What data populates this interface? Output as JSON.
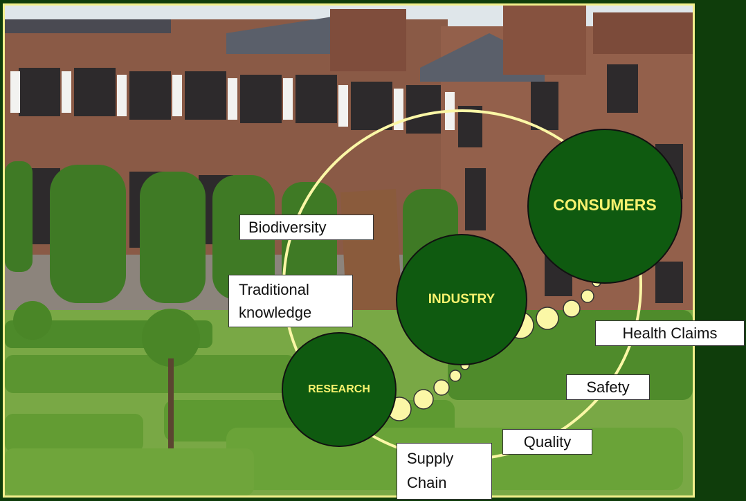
{
  "colors": {
    "background": "#0f3d0b",
    "frame": "#f3f08c",
    "node_fill": "#0f5a10",
    "node_text": "#f7f26e",
    "connector_bubble": "#fbf7a6"
  },
  "nodes": {
    "research": "RESEARCH",
    "industry": "INDUSTRY",
    "consumers": "CONSUMERS"
  },
  "labels": {
    "biodiversity": "Biodiversity",
    "traditional_line1": "Traditional",
    "traditional_line2": "knowledge",
    "health_claims": "Health Claims",
    "safety": "Safety",
    "quality": "Quality",
    "supply_line1": "Supply",
    "supply_line2": "Chain"
  }
}
